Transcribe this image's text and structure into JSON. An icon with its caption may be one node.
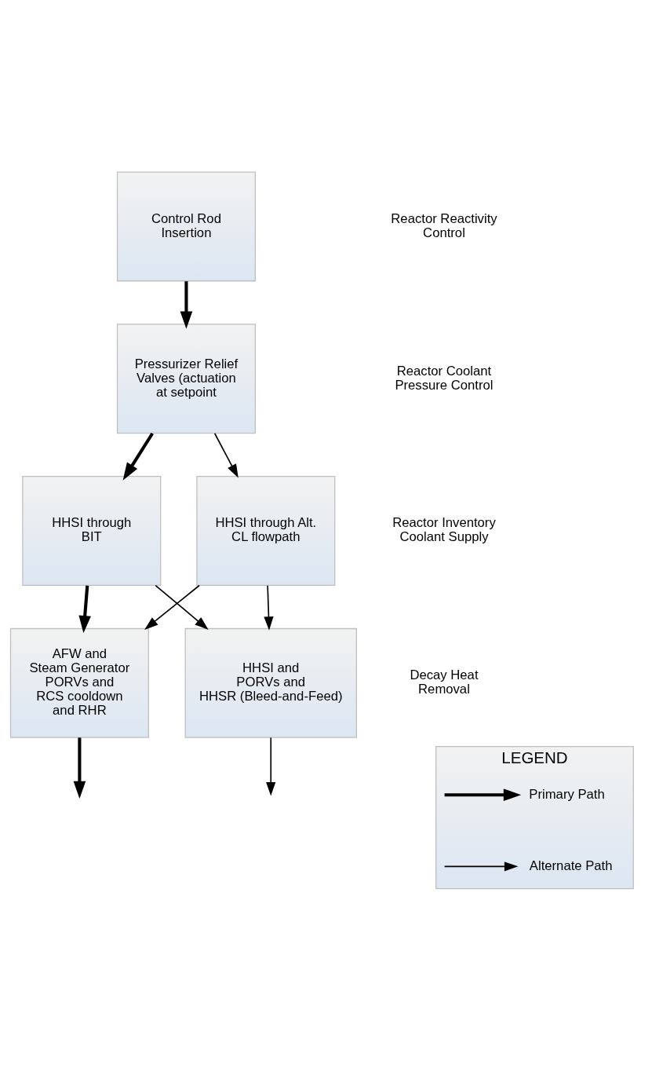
{
  "diagram": {
    "nodes": [
      {
        "text": [
          "Control Rod Insertion"
        ]
      },
      {
        "text": [
          "Pressurizer Relief Valves (actuation at setpoint"
        ]
      },
      {
        "text": [
          "HHSI through BIT"
        ]
      },
      {
        "text": [
          "HHSI through Alt. CL flowpath"
        ]
      },
      {
        "text": [
          "AFW and Steam Generator PORVs and RCS cooldown and RHR"
        ]
      },
      {
        "text": [
          "HHSI and PORVs and HHSR (Bleed-and-Feed)"
        ]
      },
      {
        "text": [
          "LEGEND"
        ]
      }
    ],
    "edges": [
      {
        "from": 0,
        "to": 1,
        "arrow": "to",
        "style": "thick"
      },
      {
        "from": 1,
        "to": 2,
        "arrow": "to",
        "style": "thick"
      },
      {
        "from": 1,
        "to": 3,
        "arrow": "to"
      },
      {
        "from": 2,
        "to": 4,
        "arrow": "to",
        "style": "thick"
      },
      {
        "from": 2,
        "to": 5,
        "arrow": "to"
      },
      {
        "from": 3,
        "to": 4,
        "arrow": "to"
      },
      {
        "from": 3,
        "to": 5,
        "arrow": "to"
      },
      {
        "from": 4,
        "to": null,
        "arrow": "to",
        "style": "thick"
      },
      {
        "from": 5,
        "to": null,
        "arrow": "to"
      }
    ],
    "labels": [
      "Reactor Reactivity Control",
      "Reactor Coolant Pressure Control",
      "Reactor Inventory Coolant Supply",
      "Decay Heat Removal"
    ],
    "legend": [
      {
        "text": "Primary Path"
      },
      {
        "text": "Alternate Path"
      }
    ]
  }
}
